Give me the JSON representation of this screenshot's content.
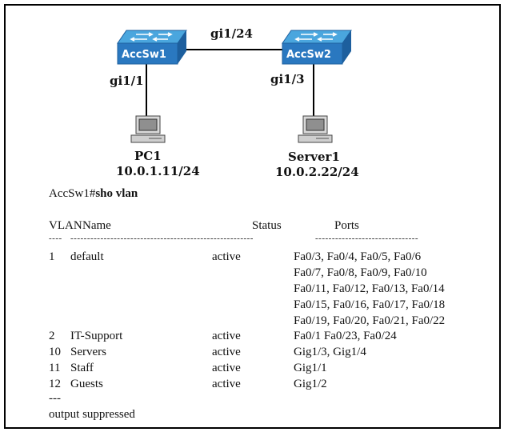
{
  "diagram": {
    "switches": [
      {
        "name": "AccSw1"
      },
      {
        "name": "AccSw2"
      }
    ],
    "uplink_label": "gi1/24",
    "left_port_label": "gi1/1",
    "right_port_label": "gi1/3",
    "hosts": [
      {
        "name": "PC1",
        "ip": "10.0.1.11/24"
      },
      {
        "name": "Server1",
        "ip": "10.0.2.22/24"
      }
    ],
    "colors": {
      "switch_top": "#4aa6de",
      "switch_front": "#2a78c0",
      "switch_side": "#1d5f9e"
    }
  },
  "cli": {
    "prompt": "AccSw1#",
    "command": "sho vlan",
    "header": {
      "vlan": "VLAN",
      "name": "Name",
      "status": "Status",
      "ports": "Ports"
    },
    "sep": {
      "vlan": "----",
      "name": "-------------------------------------------------------",
      "ports": "-------------------------------"
    },
    "rows": [
      {
        "vlan": "1",
        "name": "default",
        "status": "active",
        "ports": "Fa0/3, Fa0/4, Fa0/5, Fa0/6"
      },
      {
        "vlan": "",
        "name": "",
        "status": "",
        "ports": "Fa0/7, Fa0/8, Fa0/9, Fa0/10"
      },
      {
        "vlan": "",
        "name": "",
        "status": "",
        "ports": "Fa0/11, Fa0/12, Fa0/13, Fa0/14"
      },
      {
        "vlan": "",
        "name": "",
        "status": "",
        "ports": "Fa0/15, Fa0/16, Fa0/17, Fa0/18"
      },
      {
        "vlan": "",
        "name": "",
        "status": "",
        "ports": "Fa0/19, Fa0/20, Fa0/21, Fa0/22"
      },
      {
        "vlan": "2",
        "name": "IT-Support",
        "status": "active",
        "ports": "Fa0/1 Fa0/23, Fa0/24"
      },
      {
        "vlan": "10",
        "name": "Servers",
        "status": "active",
        "ports": "Gig1/3, Gig1/4"
      },
      {
        "vlan": "11",
        "name": "Staff",
        "status": "active",
        "ports": "Gig1/1"
      },
      {
        "vlan": "12",
        "name": "Guests",
        "status": "active",
        "ports": "Gig1/2"
      }
    ],
    "trailer": "---",
    "footer": "output suppressed"
  }
}
